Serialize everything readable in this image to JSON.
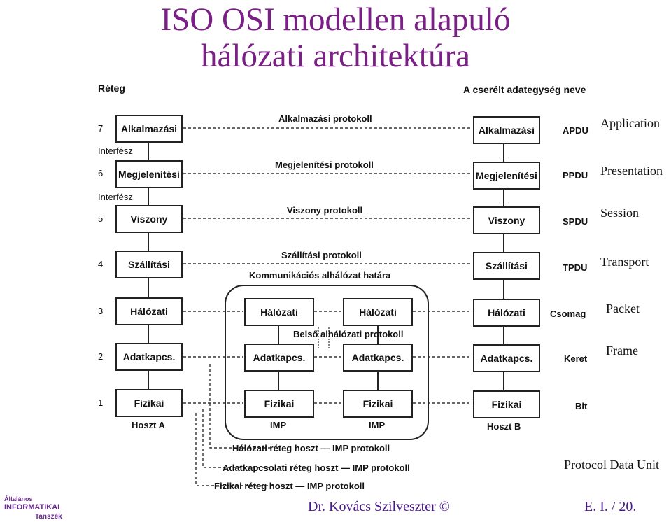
{
  "title": {
    "line1": "ISO OSI modellen alapuló",
    "line2": "hálózati architektúra"
  },
  "header": {
    "layer": "Réteg",
    "unit": "A cserélt adategység neve"
  },
  "layers": [
    {
      "num": "7",
      "name": "Alkalmazási",
      "protocol": "Alkalmazási protokoll",
      "unit": "APDU",
      "english": "Application"
    },
    {
      "num": "6",
      "name": "Megjelenítési",
      "protocol": "Megjelenítési protokoll",
      "unit": "PPDU",
      "english": "Presentation"
    },
    {
      "num": "5",
      "name": "Viszony",
      "protocol": "Viszony protokoll",
      "unit": "SPDU",
      "english": "Session"
    },
    {
      "num": "4",
      "name": "Szállítási",
      "protocol": "Szállítási protokoll",
      "unit": "TPDU",
      "english": "Transport"
    },
    {
      "num": "3",
      "name": "Hálózati",
      "unit": "Csomag",
      "english": "Packet"
    },
    {
      "num": "2",
      "name": "Adatkapcs.",
      "unit": "Keret",
      "english": "Frame"
    },
    {
      "num": "1",
      "name": "Fizikai",
      "unit": "Bit"
    }
  ],
  "interface": "Interfész",
  "subnet_boundary": "Kommunikációs alhálózat határa",
  "internal_protocol": "Belső alhálózati protokoll",
  "host_a": "Hoszt A",
  "host_b": "Hoszt B",
  "imp": "IMP",
  "host_imp_protocols": [
    "Hálózati réteg hoszt — IMP protokoll",
    "Adatkapcsolati réteg hoszt — IMP protokoll",
    "Fizikai réteg hoszt — IMP protokoll"
  ],
  "pdu_legend": "Protocol Data Unit",
  "footer": {
    "author": "Dr. Kovács Szilveszter ©",
    "page": "E. I. / 20."
  },
  "logo": {
    "line1": "Általános",
    "line2": "INFORMATIKAI",
    "line3": "Tanszék"
  },
  "colors": {
    "title": "#7a1f86",
    "footer": "#4b1a8a"
  }
}
